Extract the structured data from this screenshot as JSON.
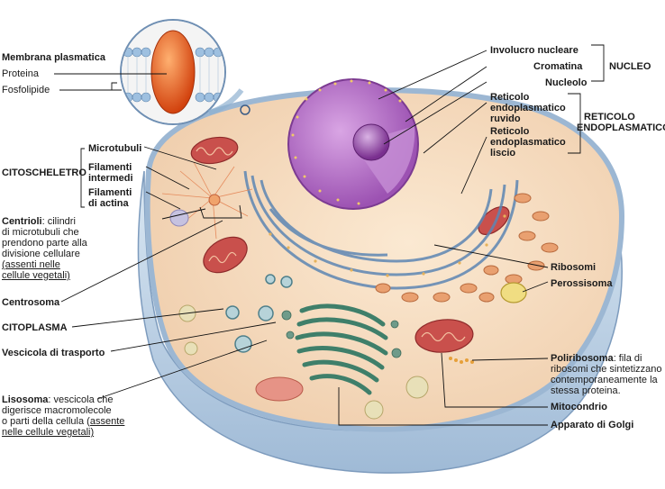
{
  "labels": {
    "membrana": "Membrana plasmatica",
    "proteina": "Proteina",
    "fosfolipide": "Fosfolipide",
    "involucro": "Involucro nucleare",
    "cromatina": "Cromatina",
    "nucleolo": "Nucleolo",
    "nucleo": "NUCLEO",
    "rer_1": "Reticolo",
    "rer_2": "endoplasmatico",
    "rer_3": "ruvido",
    "ser_1": "Reticolo",
    "ser_2": "endoplasmatico",
    "ser_3": "liscio",
    "reticolo_1": "RETICOLO",
    "reticolo_2": "ENDOPLASMATICO",
    "citoscheletro": "CITOSCHELETRO",
    "microtubuli": "Microtubuli",
    "filamenti_int_1": "Filamenti",
    "filamenti_int_2": "intermedi",
    "filamenti_act_1": "Filamenti",
    "filamenti_act_2": "di actina",
    "centrioli_title": "Centrioli",
    "centrioli_1": ": cilindri",
    "centrioli_2": "di microtubuli che",
    "centrioli_3": "prendono parte alla",
    "centrioli_4": "divisione cellulare",
    "centrioli_5": "(assenti nelle",
    "centrioli_6": "cellule vegetali)",
    "centrosoma": "Centrosoma",
    "citoplasma": "CITOPLASMA",
    "vescicola": "Vescicola di trasporto",
    "lisosoma_title": "Lisosoma",
    "lisosoma_1": ": vescicola che",
    "lisosoma_2": "digerisce macromolecole",
    "lisosoma_3": "o parti della cellula (",
    "lisosoma_3u": "assente",
    "lisosoma_4": "nelle cellule vegetali)",
    "ribosomi": "Ribosomi",
    "perossisoma": "Perossisoma",
    "poliribosoma_title": "Poliribosoma",
    "poliribosoma_1": ": fila di",
    "poliribosoma_2": "ribosomi che sintetizzano",
    "poliribosoma_3": "contemporaneamente la",
    "poliribosoma_4": "stessa proteina.",
    "mitocondrio": "Mitocondrio",
    "golgi": "Apparato di Golgi"
  },
  "colors": {
    "cytoplasm": "#f6dcc0",
    "membrane_outer": "#a9c6e2",
    "nucleus": "#b673c9",
    "nucleolus": "#8a3f9c",
    "er": "#6a8fb8",
    "golgi": "#3f7f6a",
    "mito": "#c04848",
    "lyso": "#e07a6a",
    "leader": "#111111"
  }
}
